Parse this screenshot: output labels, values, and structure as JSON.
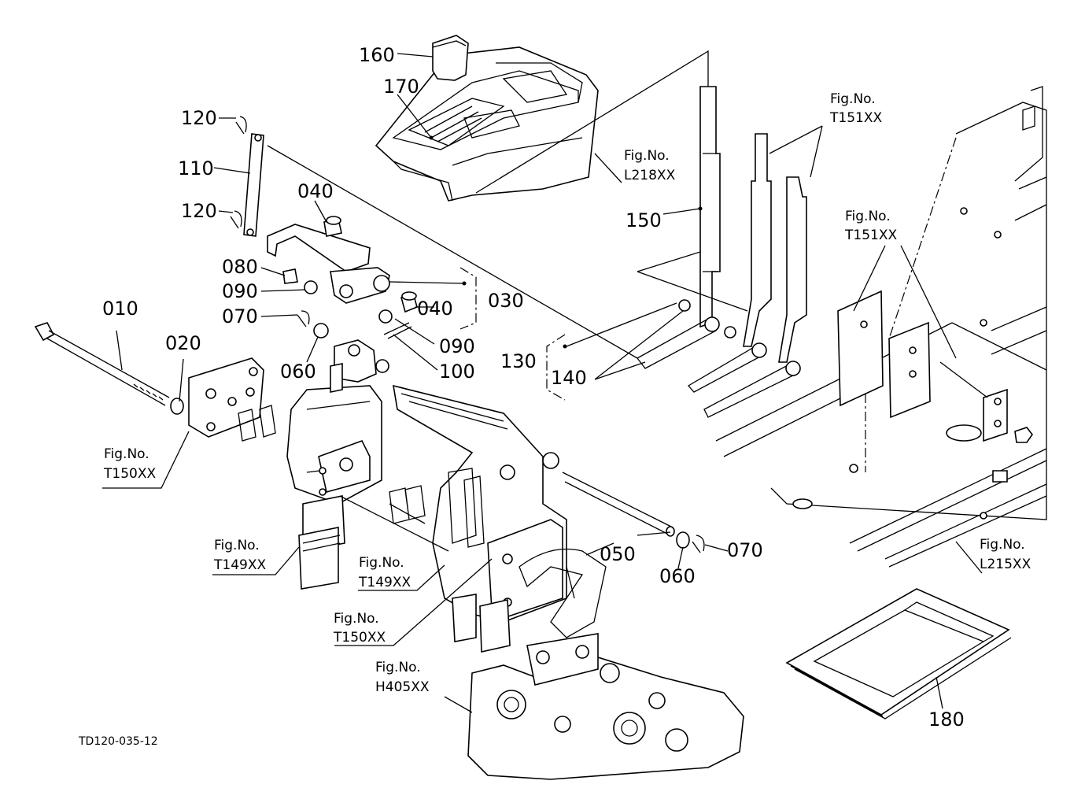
{
  "drawing_code": "TD120-035-12",
  "fig_label": "Fig.No.",
  "callouts": {
    "p010": "010",
    "p020": "020",
    "p030": "030",
    "p040a": "040",
    "p040b": "040",
    "p050": "050",
    "p060a": "060",
    "p060b": "060",
    "p070a": "070",
    "p070b": "070",
    "p080": "080",
    "p090a": "090",
    "p090b": "090",
    "p100": "100",
    "p110": "110",
    "p120a": "120",
    "p120b": "120",
    "p130": "130",
    "p140": "140",
    "p150": "150",
    "p160": "160",
    "p170": "170",
    "p180": "180"
  },
  "fig_refs": {
    "l218": "L218XX",
    "t151a": "T151XX",
    "t151b": "T151XX",
    "t150a": "T150XX",
    "t149a": "T149XX",
    "t149b": "T149XX",
    "t150b": "T150XX",
    "h405": "H405XX",
    "l215": "L215XX"
  }
}
